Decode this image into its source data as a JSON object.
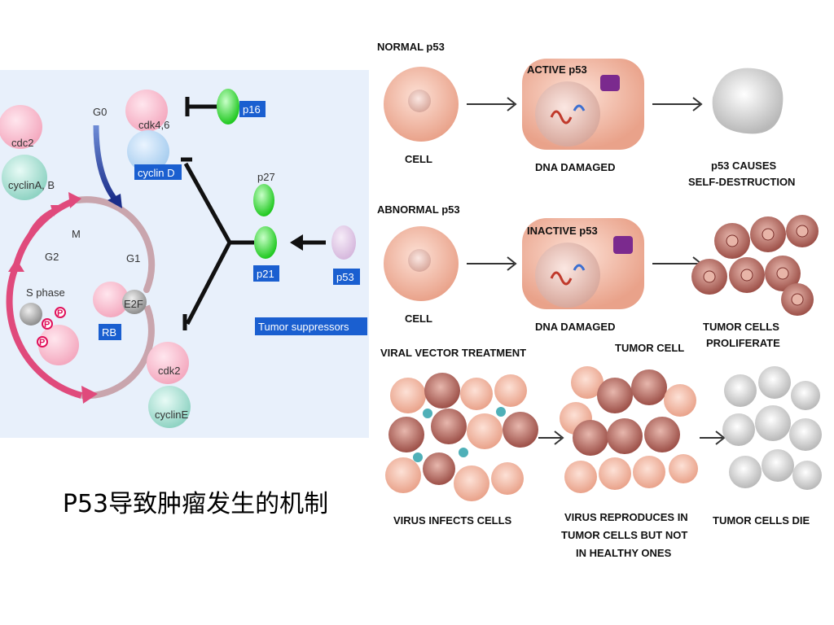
{
  "slide_title": "P53导致肿瘤发生的机制",
  "cell_cycle": {
    "phases": {
      "g0": "G0",
      "m": "M",
      "g2": "G2",
      "g1": "G1",
      "s": "S phase"
    },
    "molecules": {
      "cdc2": "cdc2",
      "cyclin_ab": "cyclinA, B",
      "cdk46": "cdk4,6",
      "cyclin_d": "cyclin D",
      "p16": "p16",
      "p27": "p27",
      "p21": "p21",
      "p53": "p53",
      "cdk2": "cdk2",
      "cyclin_e": "cyclinE",
      "e2f": "E2F",
      "rb": "RB",
      "phospho": "P"
    },
    "tumor_suppressors": "Tumor suppressors"
  },
  "p53_panel": {
    "normal_heading": "NORMAL p53",
    "normal_cell": "CELL",
    "active_label": "ACTIVE p53",
    "dna_damaged_1": "DNA DAMAGED",
    "self_destruct_1": "p53 CAUSES",
    "self_destruct_2": "SELF-DESTRUCTION",
    "abnormal_heading": "ABNORMAL p53",
    "abnormal_cell": "CELL",
    "inactive_label": "INACTIVE p53",
    "dna_damaged_2": "DNA DAMAGED",
    "proliferate_1": "TUMOR CELLS",
    "proliferate_2": "PROLIFERATE",
    "viral_heading": "VIRAL VECTOR TREATMENT",
    "tumor_cell": "TUMOR CELL",
    "virus_infects": "VIRUS INFECTS CELLS",
    "reproduces_1": "VIRUS REPRODUCES IN",
    "reproduces_2": "TUMOR CELLS BUT NOT",
    "reproduces_3": "IN HEALTHY ONES",
    "cells_die": "TUMOR CELLS DIE"
  },
  "colors": {
    "panel_bg": "#e8f0fb",
    "cycle_pink": "#d6336c",
    "cycle_grey": "#c8a7ad",
    "label_blue": "#1a5fd0",
    "green_protein": "#2fd52f",
    "cell_salmon": "#f2b7a0",
    "tumor_brown": "#b5635a"
  }
}
